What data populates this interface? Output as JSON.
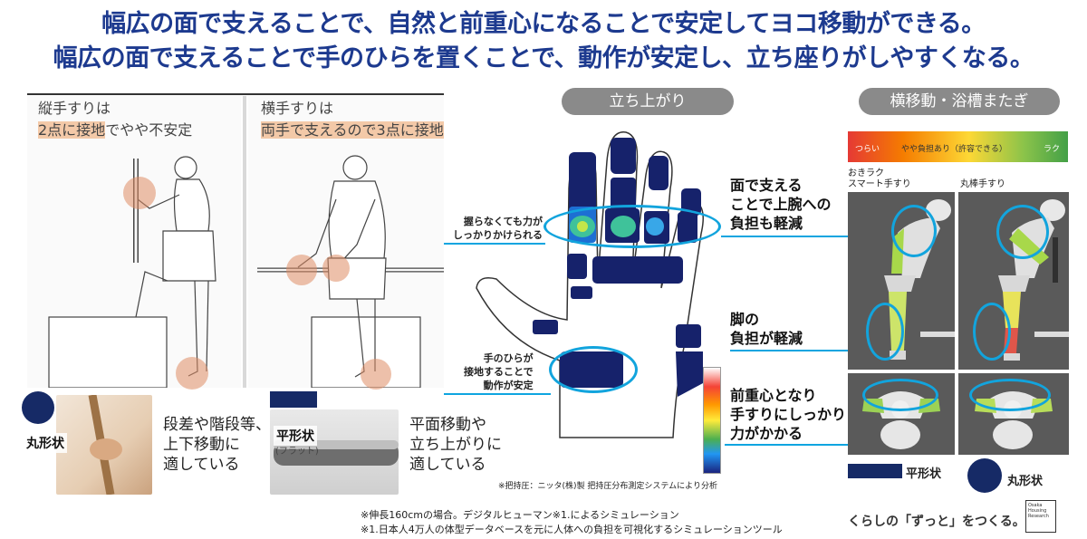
{
  "headline": {
    "line1": "幅広の面で支えることで、自然と前重心になることで安定してヨコ移動ができる。",
    "line2": "幅広の面で支えることで手のひらを置くことで、動作が安定し、立ち座りがしやすくなる。"
  },
  "left": {
    "vertical": {
      "title": "縦手すりは",
      "highlight": "2点に接地",
      "rest": "でやや不安定"
    },
    "horizontal": {
      "title": "横手すりは",
      "highlight": "両手で支えるので3点に接地"
    },
    "round": {
      "label": "丸形状",
      "desc": [
        "段差や階段等、",
        "上下移動に",
        "適している"
      ]
    },
    "flat": {
      "label": "平形状",
      "sub": "(フラット)",
      "desc": [
        "平面移動や",
        "立ち上がりに",
        "適している"
      ]
    }
  },
  "middle": {
    "pill": "立ち上がり",
    "callout_grip": [
      "握らなくても力が",
      "しっかりかけられる"
    ],
    "callout_palm": [
      "手のひらが",
      "接地することで",
      "動作が安定"
    ],
    "right_notes": [
      [
        "面で支える",
        "ことで上腕への",
        "負担も軽減"
      ],
      [
        "脚の",
        "負担が軽減"
      ],
      [
        "前重心となり",
        "手すりにしっかり",
        "力がかかる"
      ]
    ],
    "note": "※把持圧：ニッタ(株)製 把持圧分布測定システムにより分析"
  },
  "right": {
    "pill": "横移動・浴槽またぎ",
    "gradient": {
      "left": "つらい",
      "middle": "やや負担あり（許容できる）",
      "right": "ラク",
      "colors": [
        "#e53935",
        "#f57c00",
        "#fdd835",
        "#8bc34a",
        "#43a047"
      ]
    },
    "sim_left_title": [
      "おきラク",
      "スマート手すり"
    ],
    "sim_right_title": "丸棒手すり",
    "legend_flat": "平形状",
    "legend_round": "丸形状"
  },
  "footer": {
    "note1": "※伸長160cmの場合。デジタルヒューマン※1.によるシミュレーション",
    "note2": "※1.日本人4万人の体型データベースを元に人体への負担を可視化するシミュレーションツール",
    "brand": "くらしの「ずっと」をつくる。",
    "logo": [
      "Osaka",
      "Housing",
      "Research"
    ]
  },
  "colors": {
    "headline": "#1d3a8f",
    "accent_blue": "#0ea5e0",
    "navy": "#162a66",
    "highlight": "#f3c9a8"
  }
}
